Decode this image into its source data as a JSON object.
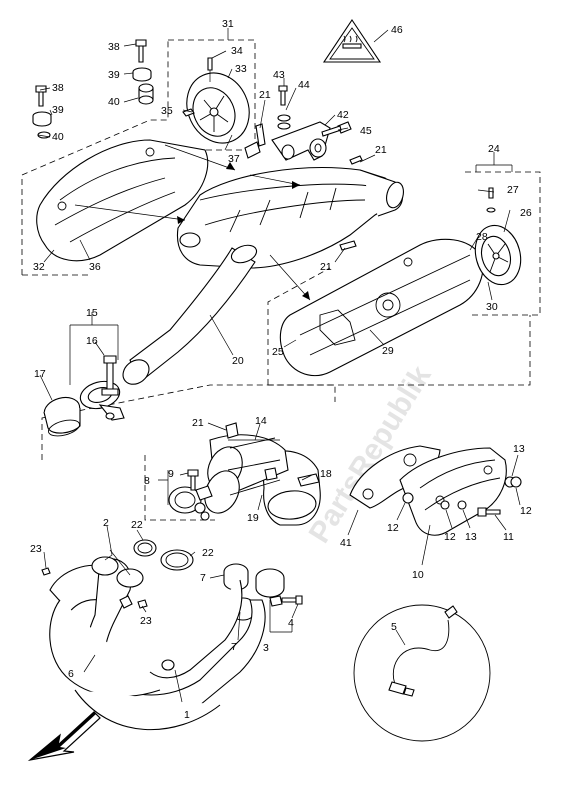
{
  "watermark": "PartsRepublik",
  "callouts": [
    {
      "id": "c1",
      "text": "1"
    },
    {
      "id": "c2",
      "text": "2"
    },
    {
      "id": "c3",
      "text": "3"
    },
    {
      "id": "c4",
      "text": "4"
    },
    {
      "id": "c5",
      "text": "5"
    },
    {
      "id": "c6",
      "text": "6"
    },
    {
      "id": "c7a",
      "text": "7"
    },
    {
      "id": "c7b",
      "text": "7"
    },
    {
      "id": "c8",
      "text": "8"
    },
    {
      "id": "c9",
      "text": "9"
    },
    {
      "id": "c10",
      "text": "10"
    },
    {
      "id": "c11",
      "text": "11"
    },
    {
      "id": "c12a",
      "text": "12"
    },
    {
      "id": "c12b",
      "text": "12"
    },
    {
      "id": "c12c",
      "text": "12"
    },
    {
      "id": "c13a",
      "text": "13"
    },
    {
      "id": "c13b",
      "text": "13"
    },
    {
      "id": "c14",
      "text": "14"
    },
    {
      "id": "c15",
      "text": "15"
    },
    {
      "id": "c16",
      "text": "16"
    },
    {
      "id": "c17",
      "text": "17"
    },
    {
      "id": "c18",
      "text": "18"
    },
    {
      "id": "c19",
      "text": "19"
    },
    {
      "id": "c20",
      "text": "20"
    },
    {
      "id": "c21a",
      "text": "21"
    },
    {
      "id": "c21b",
      "text": "21"
    },
    {
      "id": "c21c",
      "text": "21"
    },
    {
      "id": "c21d",
      "text": "21"
    },
    {
      "id": "c22a",
      "text": "22"
    },
    {
      "id": "c22b",
      "text": "22"
    },
    {
      "id": "c23a",
      "text": "23"
    },
    {
      "id": "c23b",
      "text": "23"
    },
    {
      "id": "c24",
      "text": "24"
    },
    {
      "id": "c25",
      "text": "25"
    },
    {
      "id": "c26",
      "text": "26"
    },
    {
      "id": "c27",
      "text": "27"
    },
    {
      "id": "c28",
      "text": "28"
    },
    {
      "id": "c29",
      "text": "29"
    },
    {
      "id": "c30",
      "text": "30"
    },
    {
      "id": "c31",
      "text": "31"
    },
    {
      "id": "c32",
      "text": "32"
    },
    {
      "id": "c33",
      "text": "33"
    },
    {
      "id": "c34",
      "text": "34"
    },
    {
      "id": "c35",
      "text": "35"
    },
    {
      "id": "c36",
      "text": "36"
    },
    {
      "id": "c37",
      "text": "37"
    },
    {
      "id": "c38a",
      "text": "38"
    },
    {
      "id": "c38b",
      "text": "38"
    },
    {
      "id": "c39a",
      "text": "39"
    },
    {
      "id": "c39b",
      "text": "39"
    },
    {
      "id": "c40a",
      "text": "40"
    },
    {
      "id": "c40b",
      "text": "40"
    },
    {
      "id": "c41",
      "text": "41"
    },
    {
      "id": "c42",
      "text": "42"
    },
    {
      "id": "c43",
      "text": "43"
    },
    {
      "id": "c44",
      "text": "44"
    },
    {
      "id": "c45",
      "text": "45"
    },
    {
      "id": "c46",
      "text": "46"
    }
  ]
}
